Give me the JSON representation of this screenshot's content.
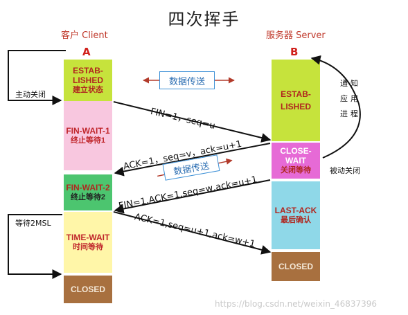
{
  "title": "四次挥手",
  "client": {
    "label": "客户 Client",
    "letter": "A"
  },
  "server": {
    "label": "服务器 Server",
    "letter": "B"
  },
  "client_states": [
    {
      "en": "ESTAB-\nLISHED",
      "cn": "建立状态",
      "color": "#c6e33c"
    },
    {
      "en": "FIN-WAIT-1",
      "cn": "终止等待1",
      "color": "#f8c7df"
    },
    {
      "en": "FIN-WAIT-2",
      "cn": "终止等待2",
      "color": "#4cc56f"
    },
    {
      "en": "TIME-WAIT",
      "cn": "时间等待",
      "color": "#fff6a8"
    },
    {
      "en": "CLOSED",
      "cn": "",
      "color": "#a8703f"
    }
  ],
  "server_states": [
    {
      "en": "ESTAB-\nLISHED",
      "cn": "",
      "color": "#c6e33c"
    },
    {
      "en": "CLOSE-WAIT",
      "cn": "关闭等待",
      "color": "#e66ad6"
    },
    {
      "en": "LAST-ACK",
      "cn": "最后确认",
      "color": "#8fd8e8"
    },
    {
      "en": "CLOSED",
      "cn": "",
      "color": "#a8703f"
    }
  ],
  "messages": {
    "fin1": "FIN=1，seq=u",
    "ack1": "ACK=1，seq=v，ack=u+1",
    "fin2": "FIN=1,ACK=1,seq=w,ack=u+1",
    "ack2": "ACK=1,seq=u+1,ack=w+1"
  },
  "notes": {
    "active_close": "主动关闭",
    "wait_2msl": "等待2MSL",
    "passive_close": "被动关闭",
    "notify_app": [
      "通",
      "知",
      "应",
      "用",
      "进",
      "程"
    ]
  },
  "data_transfer": [
    "数据传送",
    "数据传送"
  ],
  "watermark": "https://blog.csdn.net/weixin_46837396"
}
